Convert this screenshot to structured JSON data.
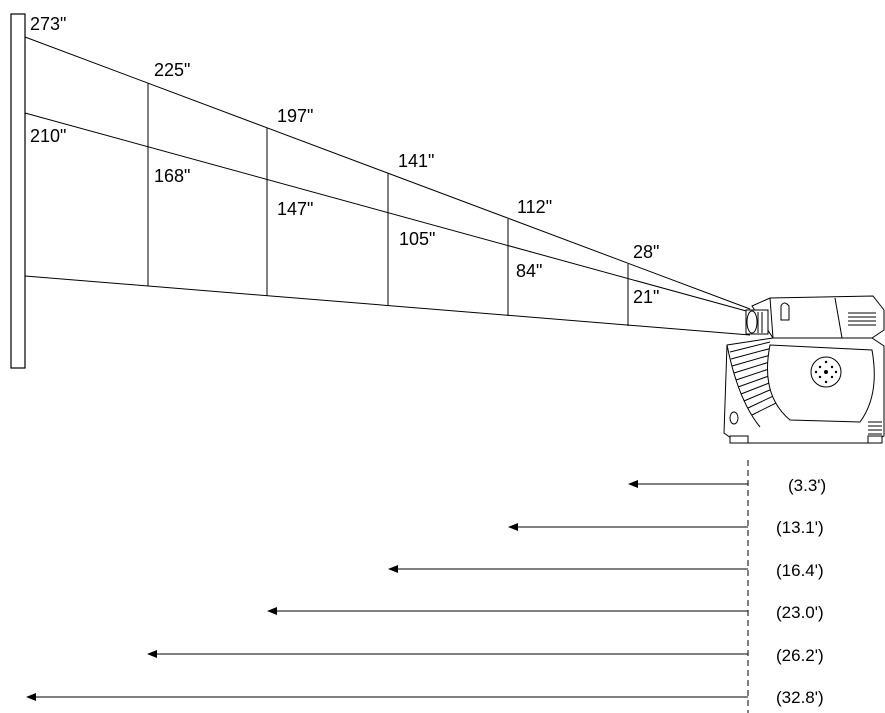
{
  "projection_sizes": [
    {
      "diagonal_full": "273\"",
      "diagonal_inner": "210\""
    },
    {
      "diagonal_full": "225\"",
      "diagonal_inner": "168\""
    },
    {
      "diagonal_full": "197\"",
      "diagonal_inner": "147\""
    },
    {
      "diagonal_full": "141\"",
      "diagonal_inner": "105\""
    },
    {
      "diagonal_full": "112\"",
      "diagonal_inner": "84\""
    },
    {
      "diagonal_full": "28\"",
      "diagonal_inner": "21\""
    }
  ],
  "distances": [
    "(3.3')",
    "(13.1')",
    "(16.4')",
    "(23.0')",
    "(26.2')",
    "(32.8')"
  ]
}
